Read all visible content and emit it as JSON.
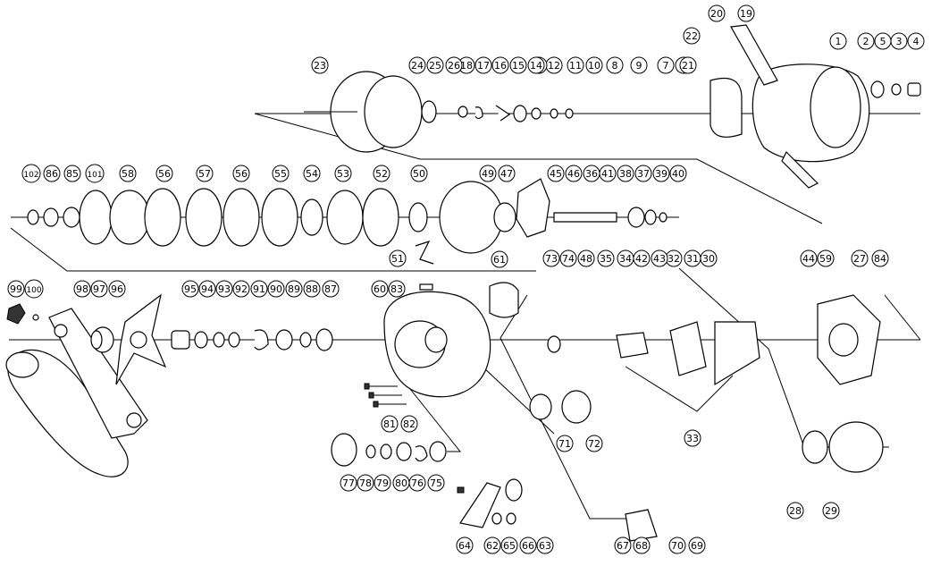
{
  "part_labels": [
    "1",
    "2",
    "3",
    "4",
    "5",
    "6",
    "7",
    "8",
    "9",
    "10",
    "11",
    "12",
    "13",
    "14",
    "15",
    "16",
    "17",
    "18",
    "19",
    "20",
    "21",
    "22",
    "23",
    "24",
    "25",
    "26",
    "27",
    "28",
    "29",
    "30",
    "31",
    "32",
    "33",
    "34",
    "35",
    "36",
    "37",
    "38",
    "39",
    "40",
    "41",
    "42",
    "43",
    "44",
    "45",
    "46",
    "47",
    "48",
    "49",
    "50",
    "51",
    "52",
    "53",
    "54",
    "55",
    "56",
    "57",
    "58",
    "59",
    "60",
    "61",
    "62",
    "63",
    "64",
    "65",
    "66",
    "67",
    "68",
    "69",
    "70",
    "71",
    "72",
    "73",
    "74",
    "75",
    "76",
    "77",
    "78",
    "79",
    "80",
    "81",
    "82",
    "83",
    "84",
    "85",
    "86",
    "87",
    "88",
    "89",
    "90",
    "91",
    "92",
    "93",
    "94",
    "95",
    "96",
    "97",
    "98",
    "99",
    "100",
    "101",
    "102"
  ]
}
